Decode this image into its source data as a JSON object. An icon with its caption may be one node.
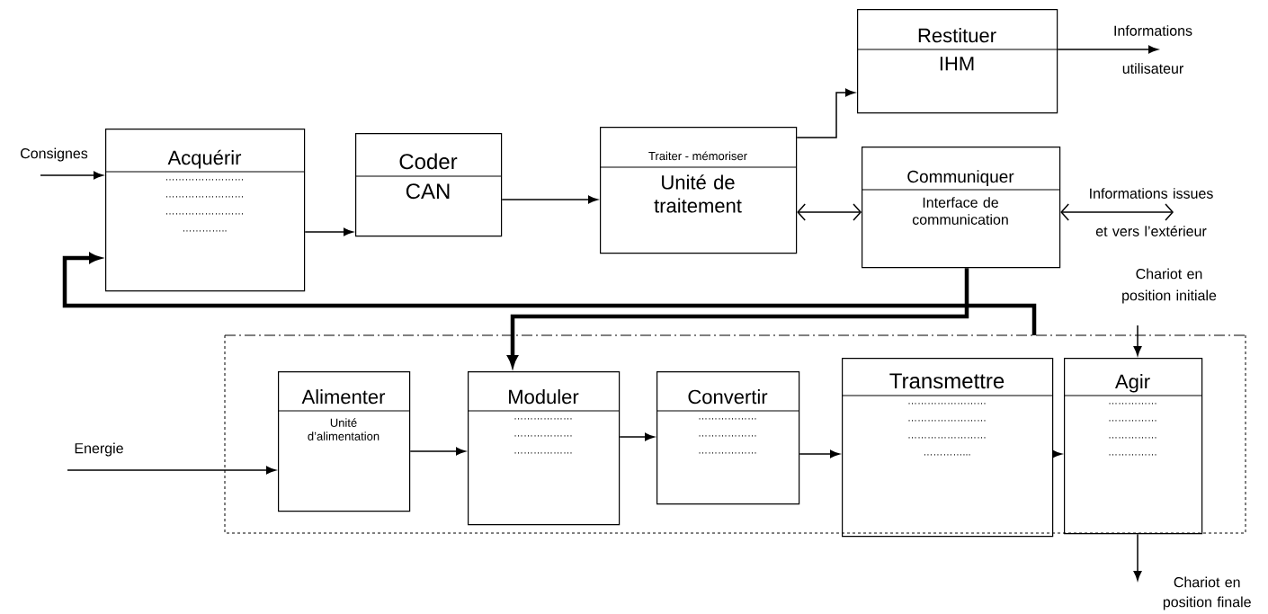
{
  "diagram": {
    "nodes": [
      {
        "text": [
          "Acquérir",
          "……………………",
          "……………………",
          "……………………",
          "………….."
        ]
      },
      {
        "text": [
          "Coder",
          "CAN"
        ]
      },
      {
        "text": [
          "Traiter - mémoriser",
          "Unité de traitement"
        ]
      },
      {
        "text": [
          "Restituer",
          "IHM"
        ]
      },
      {
        "text": [
          "Communiquer",
          "Interface de communication"
        ]
      },
      {
        "text": [],
        "shape": "box"
      },
      {
        "text": [
          "Alimenter",
          "Unité d’alimentation"
        ],
        "in": 5
      },
      {
        "text": [
          "Moduler",
          "………………",
          "………………",
          "………………"
        ],
        "in": 5
      },
      {
        "text": [
          "Convertir",
          "………………",
          "………………",
          "………………"
        ],
        "in": 5
      },
      {
        "text": [
          "Transmettre",
          "……………………",
          "……………………",
          "……………………",
          "…………..."
        ],
        "in": 5
      },
      {
        "text": [
          "Agir",
          "……………",
          "……………",
          "……………",
          "……………"
        ],
        "in": 5
      }
    ],
    "edges": [
      {
        "from": null,
        "to": 0,
        "arrow": "to",
        "label": "Consignes"
      },
      {
        "from": 5,
        "to": 0,
        "arrow": "to",
        "style": "thick"
      },
      {
        "from": 0,
        "to": 1,
        "arrow": "to"
      },
      {
        "from": 1,
        "to": 2,
        "arrow": "to"
      },
      {
        "from": 2,
        "to": 3,
        "arrow": "to"
      },
      {
        "from": 3,
        "to": null,
        "arrow": "to",
        "label": "Informations utilisateur"
      },
      {
        "from": 2,
        "to": 4,
        "arrow": "both"
      },
      {
        "from": 4,
        "to": null,
        "arrow": "both",
        "label": "Informations issues et vers l’extérieur"
      },
      {
        "from": 4,
        "to": 7,
        "arrow": "to",
        "style": "thick"
      },
      {
        "from": null,
        "to": 6,
        "arrow": "to",
        "label": "Energie"
      },
      {
        "from": 6,
        "to": 7,
        "arrow": "to"
      },
      {
        "from": 7,
        "to": 8,
        "arrow": "to"
      },
      {
        "from": 8,
        "to": 9,
        "arrow": "to"
      },
      {
        "from": 9,
        "to": 10,
        "arrow": "to"
      },
      {
        "from": null,
        "to": 10,
        "arrow": "to",
        "label": "Chariot en position initiale"
      },
      {
        "from": 10,
        "to": null,
        "arrow": "to",
        "label": "Chariot en position finale"
      }
    ]
  }
}
